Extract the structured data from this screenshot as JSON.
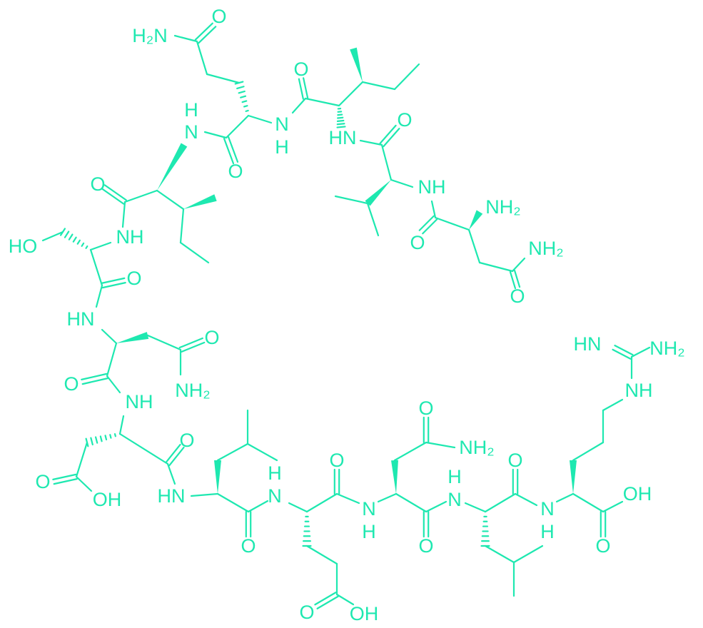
{
  "structure": {
    "color": "#1ee8b0",
    "atom_labels": [
      "H₂N",
      "O",
      "N",
      "H",
      "H",
      "N",
      "O",
      "O",
      "NH",
      "HO",
      "O",
      "HN",
      "O",
      "NH₂",
      "O",
      "NH",
      "O",
      "OH",
      "O",
      "HN",
      "H",
      "N",
      "O",
      "O",
      "O",
      "OH",
      "N",
      "H",
      "O",
      "NH₂",
      "H",
      "N",
      "O",
      "O",
      "N",
      "H",
      "O",
      "OH",
      "NH",
      "HN",
      "NH₂",
      "O",
      "HN",
      "O",
      "NH",
      "O",
      "NH₂",
      "O",
      "NH₂"
    ]
  }
}
